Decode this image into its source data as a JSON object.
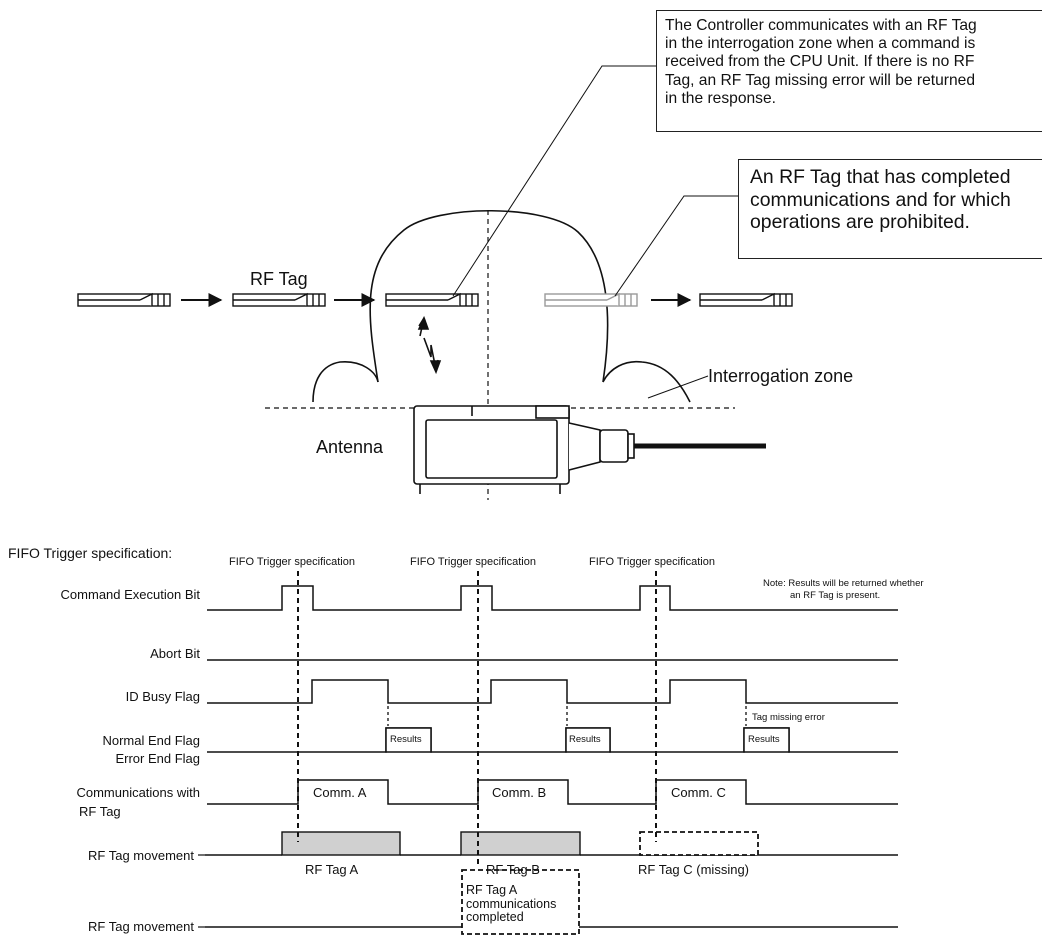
{
  "callouts": {
    "controller_note": "The Controller communicates with an RF Tag\nin the interrogation zone when a command is\nreceived from the CPU Unit. If there is no RF\nTag, an RF Tag missing error will be returned\nin the response.",
    "completed_tag_note": "An RF Tag that has completed\ncommunications and for which\noperations are prohibited."
  },
  "antenna_diagram": {
    "rf_tag_label": "RF Tag",
    "zone_label": "Interrogation zone",
    "antenna_label": "Antenna"
  },
  "timing": {
    "section_title": "FIFO Trigger specification:",
    "trigger_labels": [
      "FIFO Trigger specification",
      "FIFO Trigger specification",
      "FIFO Trigger specification"
    ],
    "note_line1": "Note: Results will be returned whether",
    "note_line2": "an RF Tag is present.",
    "signals": {
      "command_execution_bit": "Command Execution Bit",
      "abort_bit": "Abort Bit",
      "id_busy_flag": "ID Busy Flag",
      "normal_end_flag": "Normal End Flag",
      "error_end_flag": "Error End Flag",
      "comm_line1": "Communications with",
      "comm_line2": "RF Tag",
      "rf_tag_movement": "RF Tag movement",
      "rf_tag_movement_2": "RF Tag movement"
    },
    "results_label": "Results",
    "tag_missing_error": "Tag missing error",
    "comm_labels": [
      "Comm. A",
      "Comm. B",
      "Comm. C"
    ],
    "tag_labels": [
      "RF Tag A",
      "RF Tag B",
      "RF Tag C (missing)"
    ],
    "completed_box": "RF Tag A\ncommunications\ncompleted"
  },
  "colors": {
    "line": "#111111",
    "tag_fill": "#d0d0d0",
    "inactive_tag": "#9a9a9a"
  }
}
